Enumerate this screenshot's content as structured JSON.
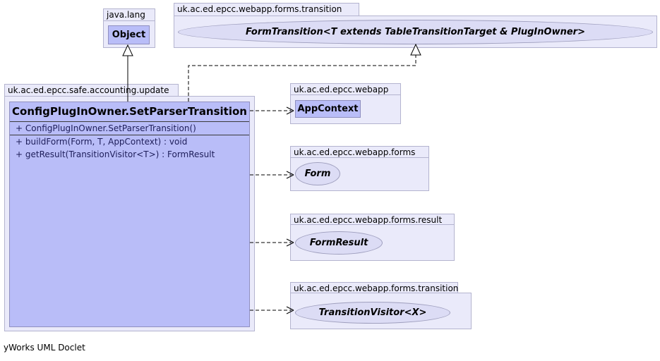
{
  "diagram": {
    "type": "uml-class-diagram",
    "generator_credit": "yWorks UML Doclet"
  },
  "packages": {
    "java_lang": {
      "name": "java.lang",
      "classes": {
        "object": {
          "label": "Object"
        }
      }
    },
    "forms_transition_top": {
      "name": "uk.ac.ed.epcc.webapp.forms.transition",
      "interfaces": {
        "form_transition": {
          "label": "FormTransition<T extends TableTransitionTarget & PlugInOwner>"
        }
      }
    },
    "safe_accounting_update": {
      "name": "uk.ac.ed.epcc.safe.accounting.update",
      "classes": {
        "set_parser_transition": {
          "title": "ConfigPlugInOwner.SetParserTransition",
          "constructors": [
            "+ ConfigPlugInOwner.SetParserTransition()"
          ],
          "methods": [
            "+ buildForm(Form, T, AppContext) : void",
            "+ getResult(TransitionVisitor<T>) : FormResult"
          ]
        }
      }
    },
    "webapp": {
      "name": "uk.ac.ed.epcc.webapp",
      "classes": {
        "app_context": {
          "label": "AppContext"
        }
      }
    },
    "webapp_forms": {
      "name": "uk.ac.ed.epcc.webapp.forms",
      "interfaces": {
        "form": {
          "label": "Form"
        }
      }
    },
    "webapp_forms_result": {
      "name": "uk.ac.ed.epcc.webapp.forms.result",
      "interfaces": {
        "form_result": {
          "label": "FormResult"
        }
      }
    },
    "webapp_forms_transition": {
      "name": "uk.ac.ed.epcc.webapp.forms.transition",
      "interfaces": {
        "transition_visitor": {
          "label": "TransitionVisitor<X>"
        }
      }
    }
  },
  "relationships": [
    {
      "type": "generalization",
      "from": "ConfigPlugInOwner.SetParserTransition",
      "to": "Object",
      "line": "solid",
      "head": "hollow-triangle"
    },
    {
      "type": "realization",
      "from": "ConfigPlugInOwner.SetParserTransition",
      "to": "FormTransition<T extends TableTransitionTarget & PlugInOwner>",
      "line": "dashed",
      "head": "hollow-triangle"
    },
    {
      "type": "dependency",
      "from": "ConfigPlugInOwner.SetParserTransition",
      "to": "AppContext",
      "line": "dashed",
      "head": "open"
    },
    {
      "type": "dependency",
      "from": "ConfigPlugInOwner.SetParserTransition",
      "to": "Form",
      "line": "dashed",
      "head": "open"
    },
    {
      "type": "dependency",
      "from": "ConfigPlugInOwner.SetParserTransition",
      "to": "FormResult",
      "line": "dashed",
      "head": "open"
    },
    {
      "type": "dependency",
      "from": "ConfigPlugInOwner.SetParserTransition",
      "to": "TransitionVisitor<X>",
      "line": "dashed",
      "head": "open"
    }
  ],
  "colors": {
    "package_fill": "#eaeafa",
    "package_border": "#b4b4cf",
    "class_fill": "#b9bdf8",
    "class_border": "#8f8fc0",
    "ellipse_fill": "#dcdcf5",
    "ellipse_border": "#9f9fbe",
    "member_text": "#1e1e5a",
    "connector": "#000000",
    "background": "#ffffff"
  },
  "footer": {
    "credit": "yWorks UML Doclet"
  }
}
